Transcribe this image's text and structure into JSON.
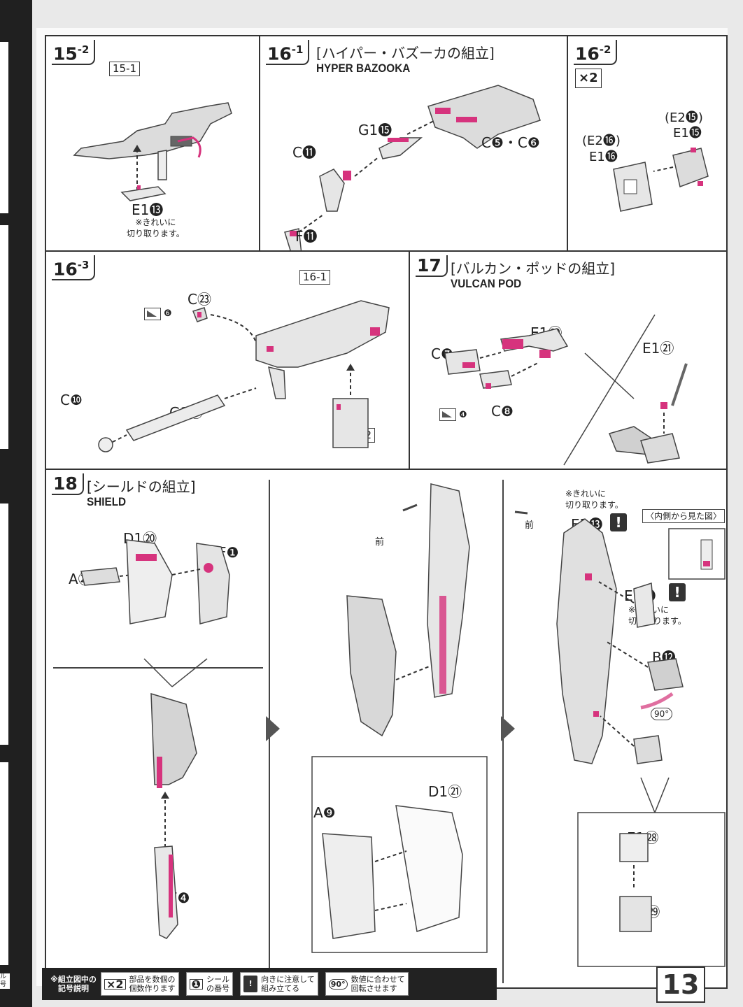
{
  "spine": {
    "label": "ル\n号"
  },
  "steps": {
    "s15_2": {
      "num": "15",
      "sub": "-2",
      "ref": "15-1",
      "part": "E1⓭",
      "note": "※きれいに\n切り取ります。"
    },
    "s16_1": {
      "num": "16",
      "sub": "-1",
      "jtitle": "[ハイパー・バズーカの組立]",
      "etitle": "HYPER BAZOOKA",
      "parts": [
        "G1⓯",
        "C⓫",
        "C❺・C❻",
        "F⓫"
      ]
    },
    "s16_2": {
      "num": "16",
      "sub": "-2",
      "x2": "×2",
      "parts": [
        "(E2⓯)",
        "E1⓯",
        "(E2⓰)",
        "E1⓰"
      ]
    },
    "s16_3": {
      "num": "16",
      "sub": "-3",
      "ref_top": "16-1",
      "ref_bottom": "16-2",
      "decal": "❻",
      "parts": [
        "C㉓",
        "C❿",
        "G1㉓"
      ]
    },
    "s17": {
      "num": "17",
      "jtitle": "[バルカン・ポッドの組立]",
      "etitle": "VULCAN POD",
      "decal": "❹",
      "parts": [
        "E1⑳",
        "E1㉑",
        "C❼",
        "C❽"
      ]
    },
    "s18": {
      "num": "18",
      "jtitle": "[シールドの組立]",
      "etitle": "SHIELD",
      "parts_a": [
        "D1⑳",
        "F❶",
        "A㉒",
        "F❹"
      ],
      "front1": "前",
      "parts_b": [
        "D1㉑",
        "A❾"
      ],
      "front2": "前",
      "note1": "※きれいに\n切り取ります。",
      "part_e2": "E2⓭",
      "inside_view": "〈内側から見た図〉",
      "part_e1": "E1⓭",
      "note2": "※きれいに\n切り取ります。",
      "part_b": "B⓬",
      "rot": "90°",
      "parts_c": [
        "E1㉘",
        "E1㉙"
      ]
    }
  },
  "legend": {
    "title": "※組立図中の\n記号説明",
    "items": [
      {
        "icon": "×2",
        "text": "部品を数個の\n個数作ります"
      },
      {
        "icon": "❶",
        "text": "シール\nの番号"
      },
      {
        "icon": "!",
        "text": "向きに注意して\n組み立てる"
      },
      {
        "icon": "90°",
        "text": "数値に合わせて\n回転させます"
      }
    ]
  },
  "page_number": "13",
  "colors": {
    "accent": "#d6337d",
    "part": "#dcdcdc",
    "outline": "#444444"
  }
}
